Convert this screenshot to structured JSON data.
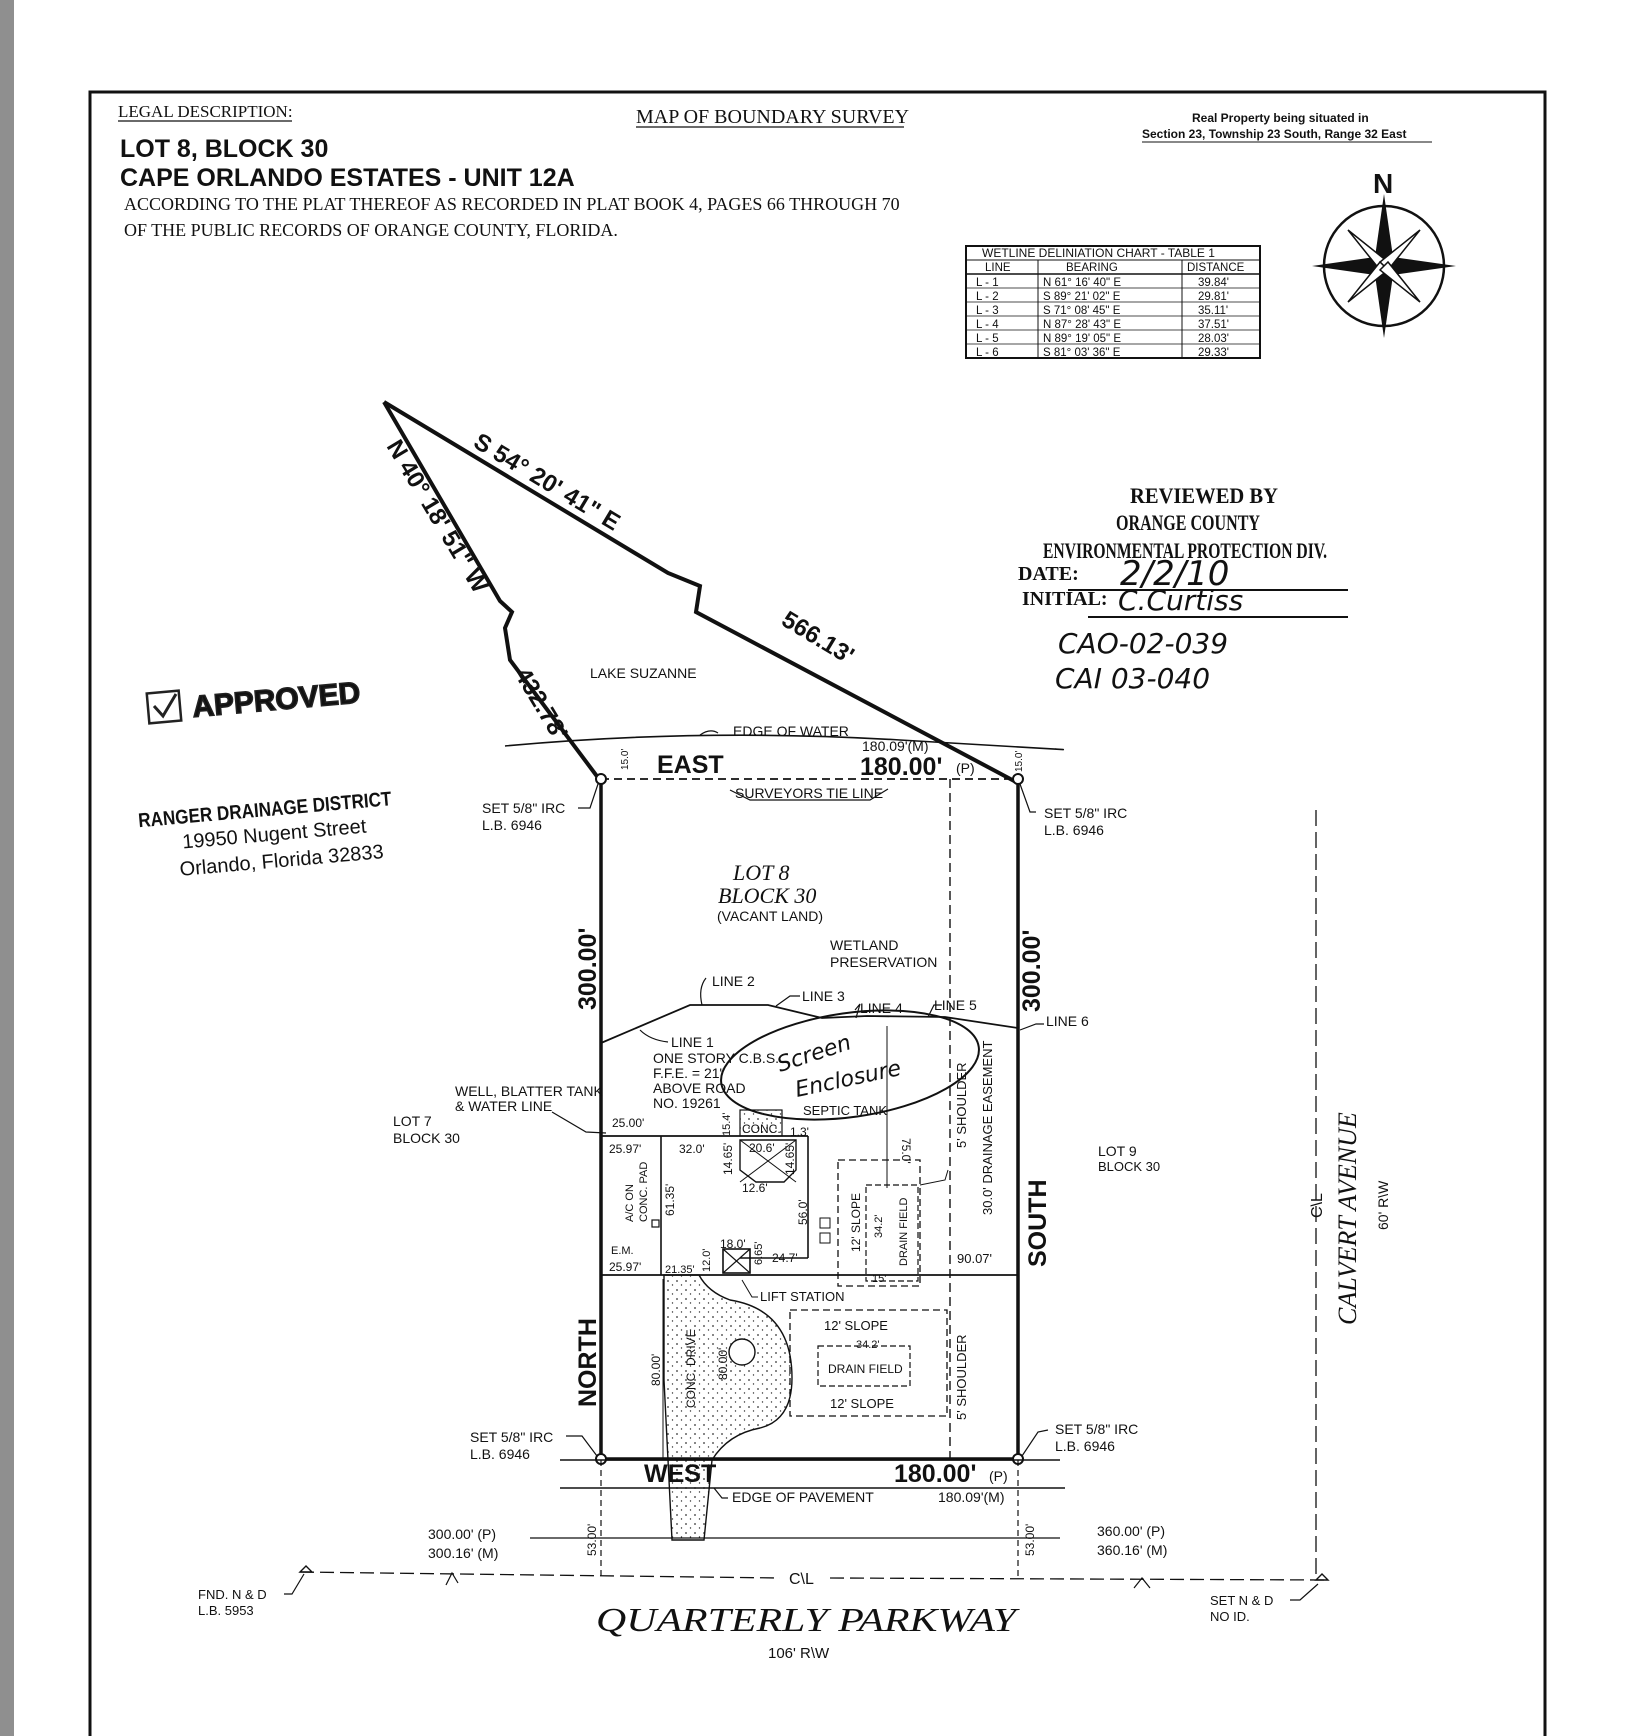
{
  "header": {
    "legal_label": "LEGAL DESCRIPTION:",
    "map_title": "MAP OF BOUNDARY SURVEY",
    "real_prop_1": "Real Property being situated in",
    "real_prop_2": "Section 23, Township 23 South, Range 32 East",
    "lot_line": "LOT 8, BLOCK 30",
    "estate_line": "CAPE ORLANDO ESTATES - UNIT 12A",
    "plat_line1": "ACCORDING TO THE PLAT THEREOF AS RECORDED IN PLAT BOOK 4, PAGES 66 THROUGH 70",
    "plat_line2": "OF THE PUBLIC RECORDS OF ORANGE COUNTY, FLORIDA."
  },
  "north_label": "N",
  "wetline_chart": {
    "title": "WETLINE DELINIATION CHART - TABLE 1",
    "columns": [
      "LINE",
      "BEARING",
      "DISTANCE"
    ],
    "rows": [
      [
        "L - 1",
        "N 61° 16' 40\" E",
        "39.84'"
      ],
      [
        "L - 2",
        "S 89° 21' 02\" E",
        "29.81'"
      ],
      [
        "L - 3",
        "S 71° 08' 45\" E",
        "35.11'"
      ],
      [
        "L - 4",
        "N 87° 28' 43\" E",
        "37.51'"
      ],
      [
        "L - 5",
        "N 89° 19' 05\" E",
        "28.03'"
      ],
      [
        "L - 6",
        "S 81° 03' 36\" E",
        "29.33'"
      ]
    ]
  },
  "review_stamp": {
    "line1": "REVIEWED BY",
    "line2": "ORANGE COUNTY",
    "line3": "ENVIRONMENTAL PROTECTION DIV.",
    "date_label": "DATE:",
    "date_value": "2/2/10",
    "initial_label": "INITIAL:",
    "initial_value": "C.Curtiss",
    "code1": "CAO-02-039",
    "code2": "CAI 03-040"
  },
  "approved_stamp": "APPROVED",
  "district_stamp": {
    "name": "RANGER DRAINAGE DISTRICT",
    "street": "19950 Nugent Street",
    "city": "Orlando, Florida 32833"
  },
  "lake": {
    "name": "LAKE SUZANNE",
    "bearing_ne": "S 54° 20' 41\" E",
    "bearing_nw": "N 40° 18' 51\" W",
    "dist_ne": "566.13'",
    "dist_nw": "432.78'",
    "edge_water": "EDGE OF WATER"
  },
  "boundary": {
    "east_label": "EAST",
    "east_plat": "180.00'",
    "east_plat_tag": "(P)",
    "east_meas": "180.09'(M)",
    "tie_line": "SURVEYORS TIE LINE",
    "west_label": "WEST",
    "west_plat": "180.00'",
    "west_plat_tag": "(P)",
    "west_meas": "180.09'(M)",
    "north_label": "NORTH",
    "south_label": "SOUTH",
    "north_len": "300.00'",
    "south_len": "300.00'",
    "offset_15_left": "15.0'",
    "offset_15_right": "15.0'",
    "irc1": "SET 5/8\" IRC",
    "irc_lb": "L.B. 6946",
    "edge_pavement": "EDGE OF PAVEMENT",
    "dim_53": "53.00'"
  },
  "lot": {
    "lot8": "LOT 8",
    "block30": "BLOCK 30",
    "vacant": "(VACANT LAND)",
    "wetland1": "WETLAND",
    "wetland2": "PRESERVATION",
    "lot7": "LOT 7",
    "lot9": "LOT 9",
    "block_left": "BLOCK 30",
    "block_right": "BLOCK 30"
  },
  "wetlines": {
    "l1": "LINE 1",
    "l2": "LINE 2",
    "l3": "LINE 3",
    "l4": "LINE 4",
    "l5": "LINE 5",
    "l6": "LINE 6"
  },
  "house": {
    "desc1": "ONE STORY C.B.S.",
    "desc2": "F.F.E. = 21\"",
    "desc3": "ABOVE ROAD",
    "desc4": "NO. 19261",
    "screen1": "Screen",
    "screen2": "Enclosure",
    "well1": "WELL, BLATTER TANK",
    "well2": "& WATER LINE",
    "conc": "CONC.",
    "septic": "SEPTIC TANK",
    "ac1": "A/C ON",
    "ac2": "CONC. PAD",
    "em": "E.M.",
    "lift": "LIFT STATION",
    "drive": "CONC. DRIVE",
    "shoulder": "5' SHOULDER",
    "easement": "30.0' DRAINAGE EASEMENT",
    "slope": "12' SLOPE",
    "drain": "DRAIN FIELD",
    "dims": {
      "d25": "25.00'",
      "d2597a": "25.97'",
      "d2597b": "25.97'",
      "d320": "32.0'",
      "d1465a": "14.65'",
      "d1465b": "14.65'",
      "d206": "20.6'",
      "d126": "12.6'",
      "d13": "1.3'",
      "d154": "15.4'",
      "d6135": "61.35'",
      "d560": "56.0'",
      "d750": "75.0'",
      "d342a": "34.2'",
      "d342b": "34.2'",
      "d120": "12.0'",
      "d180": "18.0'",
      "d665": "6.65'",
      "d247": "24.7'",
      "d9007": "90.07'",
      "d2135": "21.35'",
      "d8000a": "80.00'",
      "d8000b": "80.00'",
      "d15": "15'"
    }
  },
  "road": {
    "name": "QUARTERLY PARKWAY",
    "rw": "106' R\\W",
    "cl": "C\\L",
    "fnd1": "FND. N & D",
    "fnd2": "L.B. 5953",
    "setnd1": "SET N & D",
    "setnd2": "NO ID.",
    "p300": "300.00' (P)",
    "m300": "300.16' (M)",
    "p360": "360.00' (P)",
    "m360": "360.16' (M)"
  },
  "calvert": {
    "name": "CALVERT AVENUE",
    "rw": "60' R\\W",
    "cl": "C\\L"
  }
}
